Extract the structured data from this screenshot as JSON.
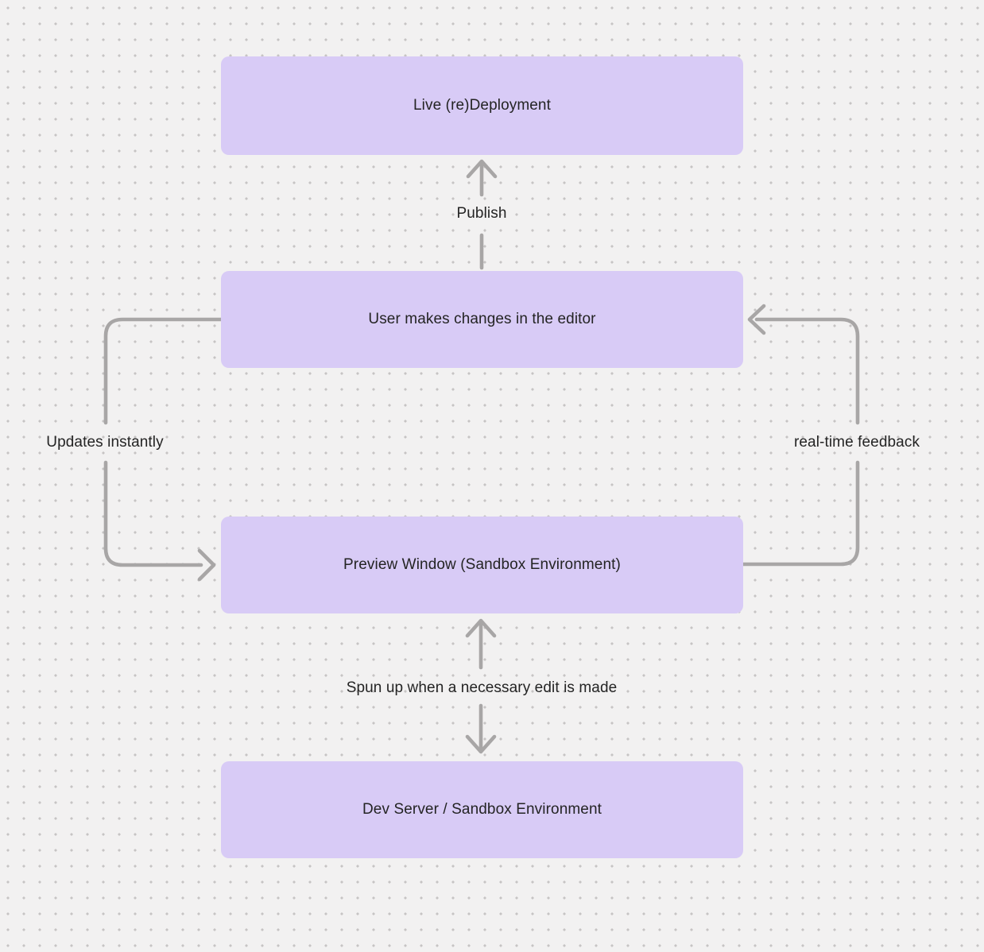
{
  "colors": {
    "canvas_bg": "#f2f1f1",
    "dot": "#c6c4c4",
    "node_fill": "#d8cbf6",
    "arrow": "#a8a6a6",
    "text": "#242424"
  },
  "nodes": [
    {
      "id": "live-redeployment",
      "label": "Live (re)Deployment"
    },
    {
      "id": "user-changes",
      "label": "User makes changes in the editor"
    },
    {
      "id": "preview-window",
      "label": "Preview Window (Sandbox Environment)"
    },
    {
      "id": "dev-server",
      "label": "Dev Server / Sandbox Environment"
    }
  ],
  "edges": [
    {
      "id": "publish",
      "label": "Publish",
      "from": "user-changes",
      "to": "live-redeployment",
      "direction": "up"
    },
    {
      "id": "updates-instantly",
      "label": "Updates instantly",
      "from": "user-changes",
      "to": "preview-window",
      "direction": "left-loop"
    },
    {
      "id": "real-time-feedback",
      "label": "real-time feedback",
      "from": "preview-window",
      "to": "user-changes",
      "direction": "right-loop"
    },
    {
      "id": "spun-up",
      "label": "Spun up when a necessary edit is made",
      "from": "preview-window",
      "to": "dev-server",
      "direction": "both"
    }
  ]
}
